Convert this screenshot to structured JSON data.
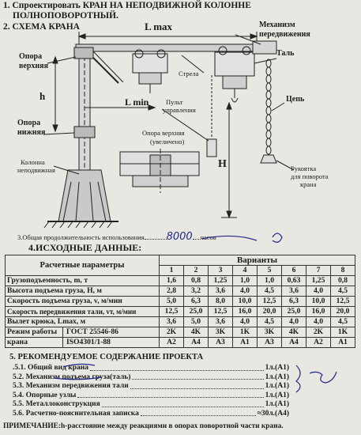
{
  "header": {
    "item1": "1. Спроектировать КРАН НА НЕПОДВИЖНОЙ КОЛОННЕ",
    "item1_cont": "ПОЛНОПОВОРОТНЫЙ.",
    "item2": "2.  СХЕМА КРАНА"
  },
  "diagram": {
    "l_max": "L max",
    "l_min": "L min",
    "h_small": "h",
    "h_big": "H",
    "mechanism": "Механизм",
    "mechanism2": "передвижения",
    "hoist": "Таль",
    "support_top": "Опора",
    "support_top2": "верхняя",
    "boom": "Стрела",
    "remote": "Пульт",
    "remote2": "управления",
    "chain": "Цепь",
    "support_bottom": "Опора",
    "support_bottom2": "нижняя",
    "support_enlarged": "Опора верхняя",
    "support_enlarged2": "(увеличено)",
    "column": "Колонна",
    "column2": "неподвижная",
    "handle": "Рукоятка",
    "handle2": "для поворота",
    "handle3": "крана"
  },
  "item3": {
    "text": "3.Общая продолжительность использования",
    "value": "8000",
    "unit": "часов"
  },
  "item4": "4.ИСХОДНЫЕ ДАННЫЕ:",
  "table": {
    "header_params": "Расчетные параметры",
    "header_variants": "Варианты",
    "variant_numbers": [
      "1",
      "2",
      "3",
      "4",
      "5",
      "6",
      "7",
      "8"
    ],
    "rows": [
      {
        "name": "Грузоподъемность, m, т",
        "values": [
          "1,6",
          "0,8",
          "1,25",
          "1,0",
          "1,0",
          "0,63",
          "1,25",
          "0,8"
        ]
      },
      {
        "name": "Высота подъема груза, Н, м",
        "values": [
          "2,8",
          "3,2",
          "3,6",
          "4,0",
          "4,5",
          "3,6",
          "4,0",
          "4,5"
        ]
      },
      {
        "name": "Скорость подъема груза, v, м/мин",
        "values": [
          "5,0",
          "6,3",
          "8,0",
          "10,0",
          "12,5",
          "6,3",
          "10,0",
          "12,5"
        ]
      },
      {
        "name": "Скорость передвижения тали, vт, м/мин",
        "values": [
          "12,5",
          "25,0",
          "12,5",
          "16,0",
          "20,0",
          "25,0",
          "16,0",
          "20,0"
        ]
      },
      {
        "name": "Вылет крюка, Lmax, м",
        "values": [
          "3,6",
          "5,0",
          "3,6",
          "4,0",
          "4,5",
          "4,0",
          "4,0",
          "4,5"
        ]
      }
    ],
    "mode_label1": "Режим работы",
    "mode_label2": "крана",
    "std1": "ГОСТ 25546-86",
    "std2": "ISO4301/1-88",
    "std1_values": [
      "2K",
      "4K",
      "3K",
      "1K",
      "3K",
      "4K",
      "2K",
      "1K"
    ],
    "std2_values": [
      "A2",
      "A4",
      "A3",
      "A1",
      "A3",
      "A4",
      "A2",
      "A1"
    ]
  },
  "item5": {
    "title": "5. РЕКОМЕНДУЕМОЕ СОДЕРЖАНИЕ ПРОЕКТА",
    "lines": [
      {
        "label": ".5.1. Общий вид крана",
        "value": "1л.(А1)"
      },
      {
        "label": "5.2. Механизм подъема груза(таль)",
        "value": "1л.(А1)"
      },
      {
        "label": "5.3. Механизм передвижения тали",
        "value": "1л.(А1)"
      },
      {
        "label": "5.4. Опорные узлы",
        "value": "1л.(А1)"
      },
      {
        "label": "5.5. Металлоконструкция",
        "value": "1л.(А1)"
      },
      {
        "label": "5.6. Расчетно-пояснительная записка",
        "value": "≈30л.(А4)"
      }
    ]
  },
  "note": "ПРИМЕЧАНИЕ:h-расстояние между реакциями в опорах поворотной части крана.",
  "ink_colors": {
    "pen": "#1e2a8a",
    "paper": "#e9e7e2"
  }
}
